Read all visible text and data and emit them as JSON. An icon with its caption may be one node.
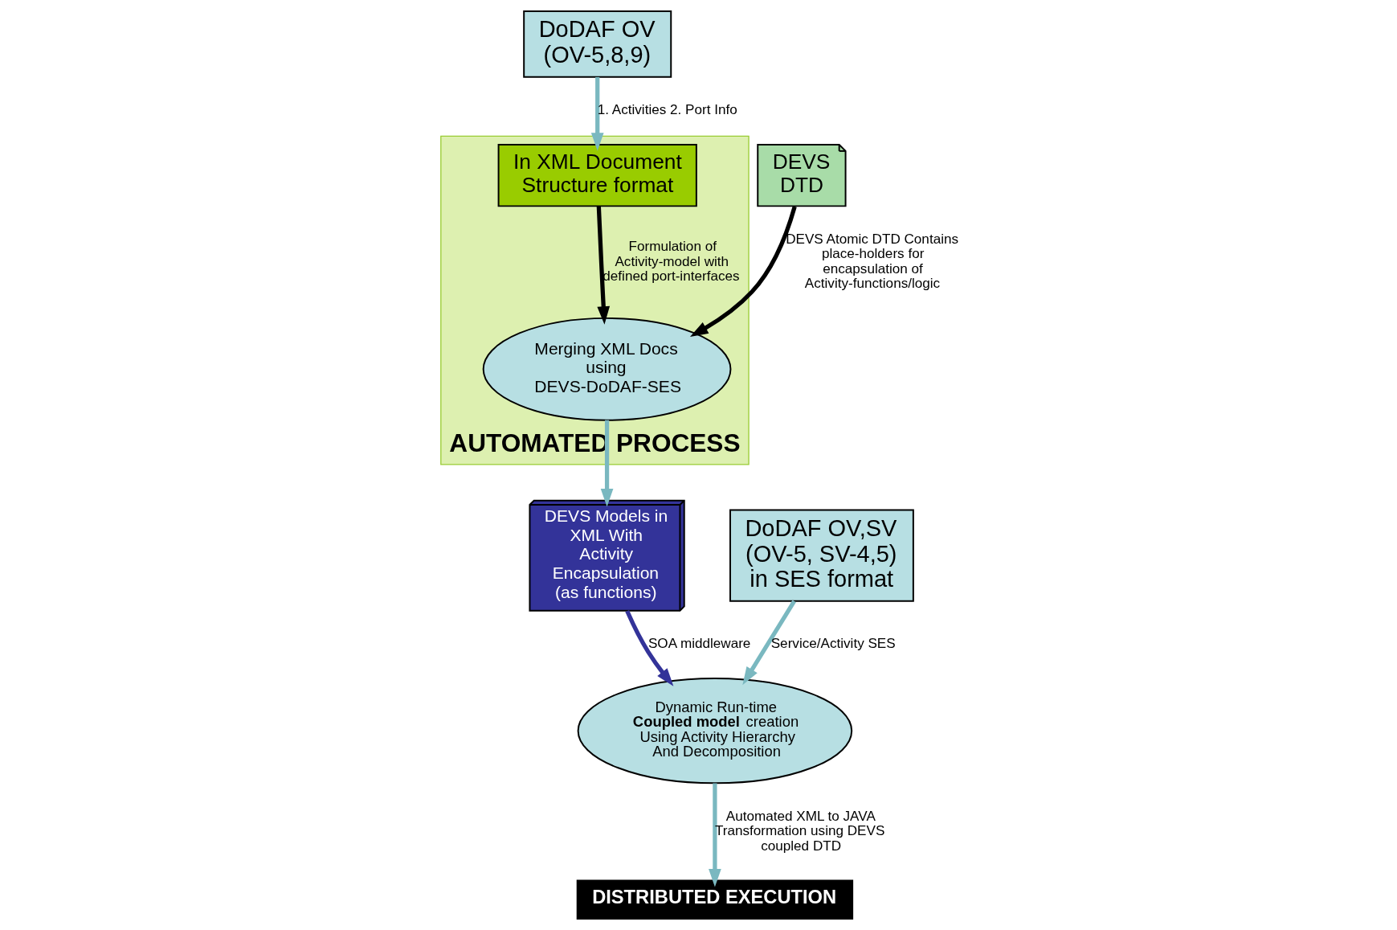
{
  "diagram": {
    "nodes": [
      {
        "text": [
          "DoDAF OV (OV-5,8,9)"
        ]
      },
      {
        "text": [
          "AUTOMATED PROCESS"
        ]
      },
      {
        "text": [
          "In XML Document Structure format"
        ],
        "in": 1
      },
      {
        "text": [
          "DEVS DTD"
        ]
      },
      {
        "text": [
          "Merging XML Docs using DEVS-DoDAF-SES"
        ],
        "in": 1
      },
      {
        "text": [
          "DEVS Models in XML With Activity Encapsulation (as functions)"
        ]
      },
      {
        "text": [
          "DoDAF OV,SV (OV-5, SV-4,5) in SES format"
        ]
      },
      {
        "text": [
          "Dynamic Run-time **Coupled model** creation Using Activity Hierarchy And Decomposition"
        ]
      },
      {
        "text": [
          "DISTRIBUTED EXECUTION"
        ]
      }
    ],
    "edges": [
      {
        "from": 0,
        "to": 2,
        "arrow": "to",
        "label": "1. Activities 2. Port Info"
      },
      {
        "from": 2,
        "to": 4,
        "arrow": "to",
        "label": "Formulation of Activity-model with defined port-interfaces",
        "color": "#000000"
      },
      {
        "from": 3,
        "to": 4,
        "arrow": "to",
        "label": "DEVS Atomic DTD Contains place-holders for encapsulation of Activity-functions/logic",
        "color": "#000000"
      },
      {
        "from": 4,
        "to": 5,
        "arrow": "to"
      },
      {
        "from": 6,
        "to": 7,
        "arrow": "to",
        "label": "Service/Activity SES"
      },
      {
        "from": 5,
        "to": 7,
        "arrow": "to",
        "label": "SOA middleware",
        "color": "#333399"
      },
      {
        "from": 7,
        "to": 8,
        "arrow": "to",
        "label": "Automated XML to JAVA Transformation using DEVS coupled DTD"
      }
    ]
  }
}
